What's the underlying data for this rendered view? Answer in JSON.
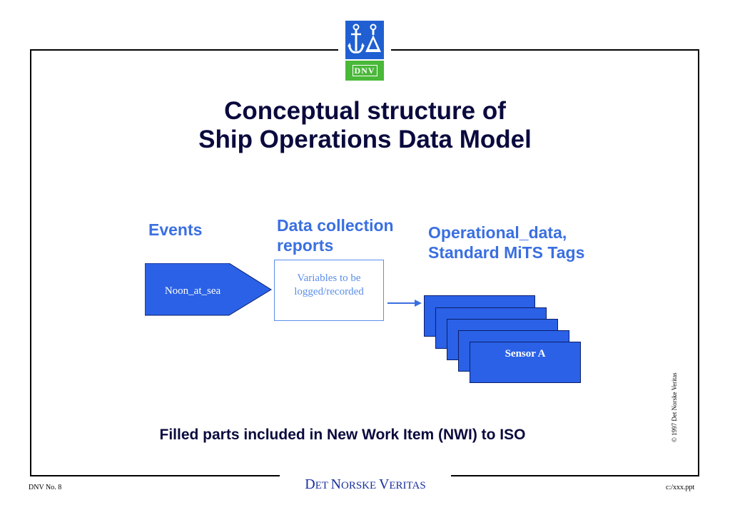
{
  "logo": {
    "text": "DNV",
    "colors": {
      "top": "#1f5fd1",
      "bottom": "#4ab839"
    }
  },
  "title": {
    "line1": "Conceptual structure of",
    "line2": "Ship Operations Data Model"
  },
  "columns": {
    "events": {
      "label": "Events"
    },
    "data_collection": {
      "label_line1": "Data collection",
      "label_line2": "reports"
    },
    "operational": {
      "label_line1": "Operational_data,",
      "label_line2": "Standard MiTS Tags"
    }
  },
  "event": {
    "label": "Noon_at_sea"
  },
  "report": {
    "line1": "Variables to be",
    "line2": "logged/recorded"
  },
  "sensor": {
    "label": "Sensor A"
  },
  "footnote": "Filled parts included in New Work Item (NWI) to ISO",
  "footer": {
    "brand_d": "D",
    "brand_rest1": "ET ",
    "brand_n": "N",
    "brand_rest2": "ORSKE ",
    "brand_v": "V",
    "brand_rest3": "ERITAS",
    "left": "DNV No. 8",
    "right": "c:/xxx.ppt",
    "copyright": "© 1997 Det Norske Veritas"
  },
  "colors": {
    "accent": "#3a6fe0",
    "fill": "#2a61e6",
    "title": "#0a0a3e"
  }
}
